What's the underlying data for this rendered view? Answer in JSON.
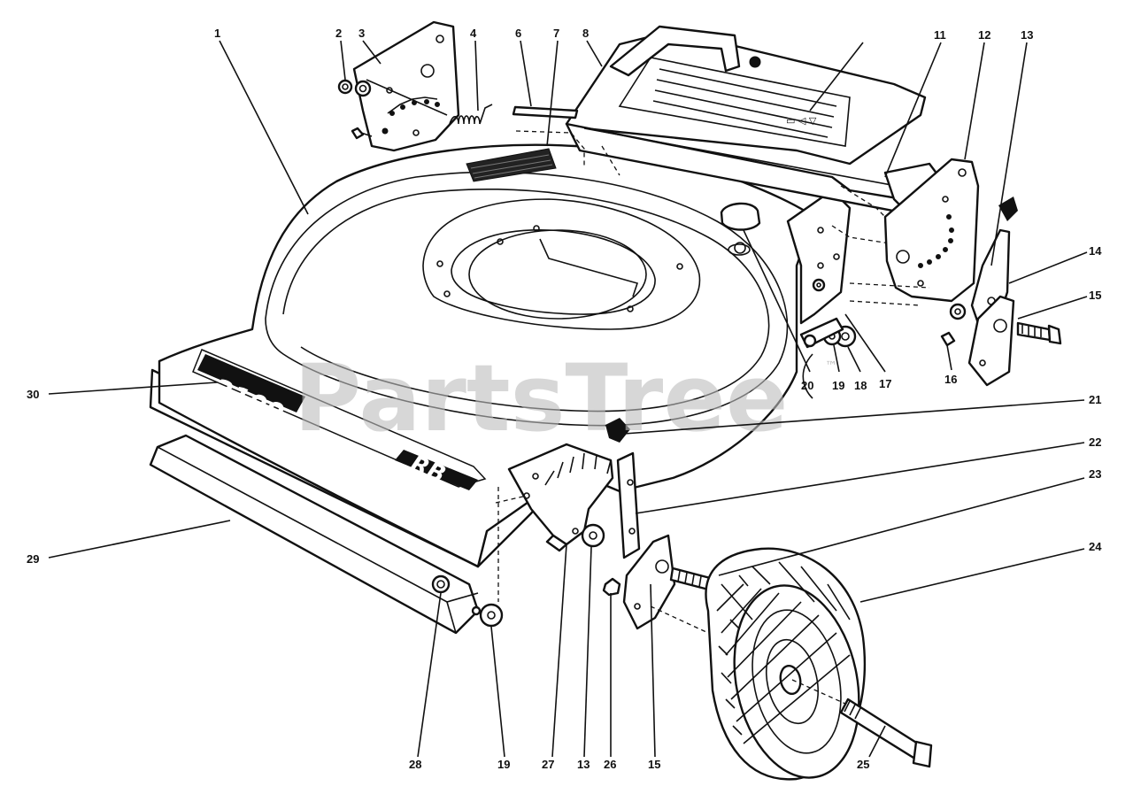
{
  "watermark": "PartsTree",
  "watermark_mark": "™",
  "decal": {
    "model": "2100",
    "suffix": "RB"
  },
  "callouts": [
    {
      "id": "c1",
      "text": "1"
    },
    {
      "id": "c2",
      "text": "2"
    },
    {
      "id": "c3",
      "text": "3"
    },
    {
      "id": "c4",
      "text": "4"
    },
    {
      "id": "c6",
      "text": "6"
    },
    {
      "id": "c7",
      "text": "7"
    },
    {
      "id": "c8",
      "text": "8"
    },
    {
      "id": "c11",
      "text": "11"
    },
    {
      "id": "c12",
      "text": "12"
    },
    {
      "id": "c13top",
      "text": "13"
    },
    {
      "id": "c14",
      "text": "14"
    },
    {
      "id": "c15r",
      "text": "15"
    },
    {
      "id": "c16",
      "text": "16"
    },
    {
      "id": "c17",
      "text": "17"
    },
    {
      "id": "c18",
      "text": "18"
    },
    {
      "id": "c19r",
      "text": "19"
    },
    {
      "id": "c20",
      "text": "20"
    },
    {
      "id": "c21",
      "text": "21"
    },
    {
      "id": "c22",
      "text": "22"
    },
    {
      "id": "c23",
      "text": "23"
    },
    {
      "id": "c24",
      "text": "24"
    },
    {
      "id": "c25",
      "text": "25"
    },
    {
      "id": "c15b",
      "text": "15"
    },
    {
      "id": "c26",
      "text": "26"
    },
    {
      "id": "c13b",
      "text": "13"
    },
    {
      "id": "c27",
      "text": "27"
    },
    {
      "id": "c19b",
      "text": "19"
    },
    {
      "id": "c28",
      "text": "28"
    },
    {
      "id": "c29",
      "text": "29"
    },
    {
      "id": "c30",
      "text": "30"
    }
  ]
}
